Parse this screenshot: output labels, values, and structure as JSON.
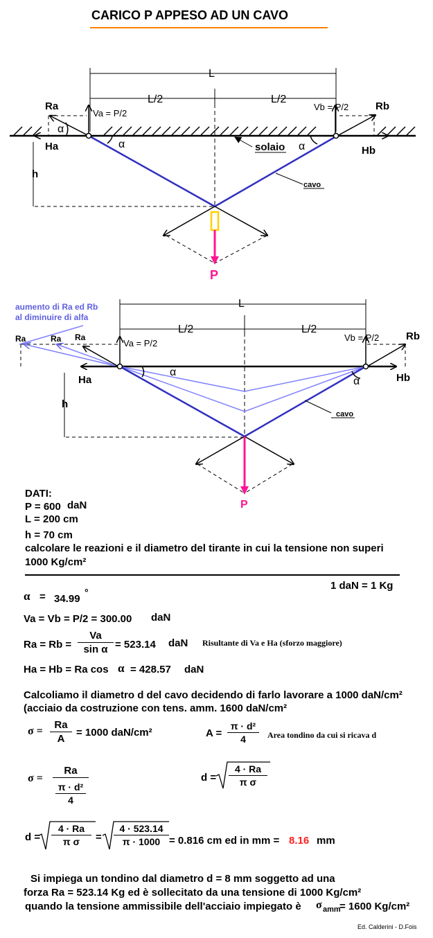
{
  "title": "CARICO P APPESO AD UN CAVO",
  "colors": {
    "accent": "#ff8000",
    "cable": "#3030c0",
    "load": "#ff1493",
    "shade": "#8080ff",
    "red": "#ff2020",
    "yellow": "#ffd000"
  },
  "diagram1": {
    "L": "L",
    "L2_left": "L/2",
    "L2_right": "L/2",
    "Ra": "Ra",
    "Rb": "Rb",
    "Va": "Va = P/2",
    "Vb": "Vb = P/2",
    "Ha": "Ha",
    "Hb": "Hb",
    "alpha": "α",
    "h": "h",
    "solaio": "solaio",
    "cavo": "cavo",
    "P": "P"
  },
  "diagram2": {
    "note_line1": "aumento di Ra ed Rb",
    "note_line2": "al diminuire di alfa",
    "L": "L",
    "L2_left": "L/2",
    "L2_right": "L/2",
    "Ra1": "Ra",
    "Ra2": "Ra",
    "Ra3": "Ra",
    "Rb": "Rb",
    "Va": "Va = P/2",
    "Vb": "Vb = P/2",
    "Ha": "Ha",
    "Hb": "Hb",
    "alpha": "α",
    "h": "h",
    "cavo": "cavo",
    "P": "P"
  },
  "data_section": {
    "heading": "DATI:",
    "P": "P = 600",
    "P_unit": "daN",
    "L": "L = 200 cm",
    "h": "h = 70 cm",
    "task_line1": "calcolare le reazioni e il diametro del tirante in cui la tensione non superi",
    "task_line2": "1000 Kg/cm²",
    "conversion": "1 daN = 1 Kg"
  },
  "calc": {
    "alpha_lhs": "α",
    "alpha_eq": "=",
    "alpha_val": "34.99",
    "alpha_deg": "°",
    "va_line": "Va = Vb = P/2 = 300.00",
    "va_unit": "daN",
    "ra_lhs": "Ra = Rb =",
    "ra_num": "Va",
    "ra_den": "sin α",
    "ra_val": "= 523.14",
    "ra_unit": "daN",
    "ra_note": "Risultante di Va e Ha  (sforzo maggiore)",
    "ha_line": "Ha = Hb = Ra cos",
    "ha_alpha": "α",
    "ha_val": "= 428.57",
    "ha_unit": "daN",
    "diam_line1": "Calcoliamo il diametro d del cavo decidendo di farlo lavorare a 1000 daN/cm²",
    "diam_line2": "(acciaio da costruzione con tens. amm. 1600 daN/cm²",
    "sigma_lhs": "σ =",
    "sigma_num": "Ra",
    "sigma_den": "A",
    "sigma_val": "= 1000 daN/cm²",
    "area_lhs": "A =",
    "area_num": "π · d²",
    "area_den": "4",
    "area_note": "Area tondino  da cui si ricava d",
    "sigma2_lhs": "σ =",
    "sigma2_num": "Ra",
    "sigma2_inner_num": "π · d²",
    "sigma2_inner_den": "4",
    "d_lhs": "d =",
    "d_num": "4 · Ra",
    "d_den": "π   σ",
    "d2_lhs": "d =",
    "d2_num": "4 · Ra",
    "d2_den": "π   σ",
    "d2_eq": "=",
    "d2_num2": "4 · 523.14",
    "d2_den2": "π · 1000",
    "d2_res": "= 0.816 cm ed in mm =",
    "d2_mm": "8.16",
    "d2_unit": "mm"
  },
  "conclusion": {
    "line1": "Si impiega  un tondino dal diametro d = 8 mm soggetto ad una",
    "line2": "forza Ra = 523.14 Kg  ed è  sollecitato da una tensione di 1000 Kg/cm²",
    "line3": "quando la tensione ammissibile dell'acciaio impiegato è",
    "sigma": "σ",
    "sub": "amm",
    "line3_val": "=  1600 Kg/cm²"
  },
  "credit": "Ed. Calderini - D.Fois"
}
